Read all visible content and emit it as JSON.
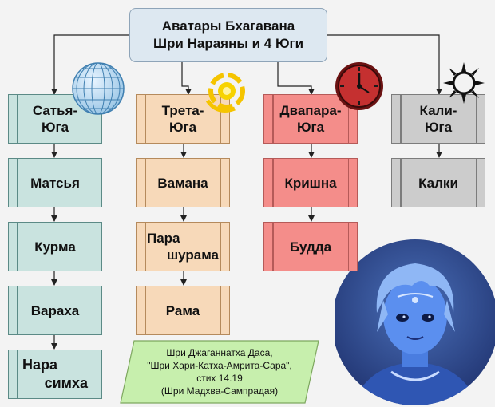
{
  "title": {
    "line1": "Аватары Бхагавана",
    "line2": "Шри Нараяны и 4 Юги"
  },
  "yugas": [
    {
      "name_lines": [
        "Сатья-",
        "Юга"
      ],
      "avatars": [
        [
          "Матсья"
        ],
        [
          "Курма"
        ],
        [
          "Вараха"
        ],
        [
          "Нара",
          "симха"
        ]
      ]
    },
    {
      "name_lines": [
        "Трета-",
        "Юга"
      ],
      "avatars": [
        [
          "Вамана"
        ],
        [
          "Пара",
          "шурама"
        ],
        [
          "Рама"
        ]
      ]
    },
    {
      "name_lines": [
        "Двапара-",
        "Юга"
      ],
      "avatars": [
        [
          "Кришна"
        ],
        [
          "Будда"
        ]
      ]
    },
    {
      "name_lines": [
        "Кали-",
        "Юга"
      ],
      "avatars": [
        [
          "Калки"
        ]
      ]
    }
  ],
  "citation": {
    "lines": [
      "Шри Джаганнатха Даса,",
      "\"Шри Хари-Катха-Амрита-Сара\",",
      "стих 14.19",
      "(Шри Мадхва-Сампрадая)"
    ]
  },
  "icons": [
    "globe-icon",
    "sun-icon",
    "clock-icon",
    "dark-sun-icon"
  ],
  "colors": {
    "satya": "#c9e3df",
    "treta": "#f7d9b9",
    "dvapara": "#f48d8a",
    "kali": "#cccccc",
    "title": "#dde8f1",
    "citation": "#c7efad"
  }
}
